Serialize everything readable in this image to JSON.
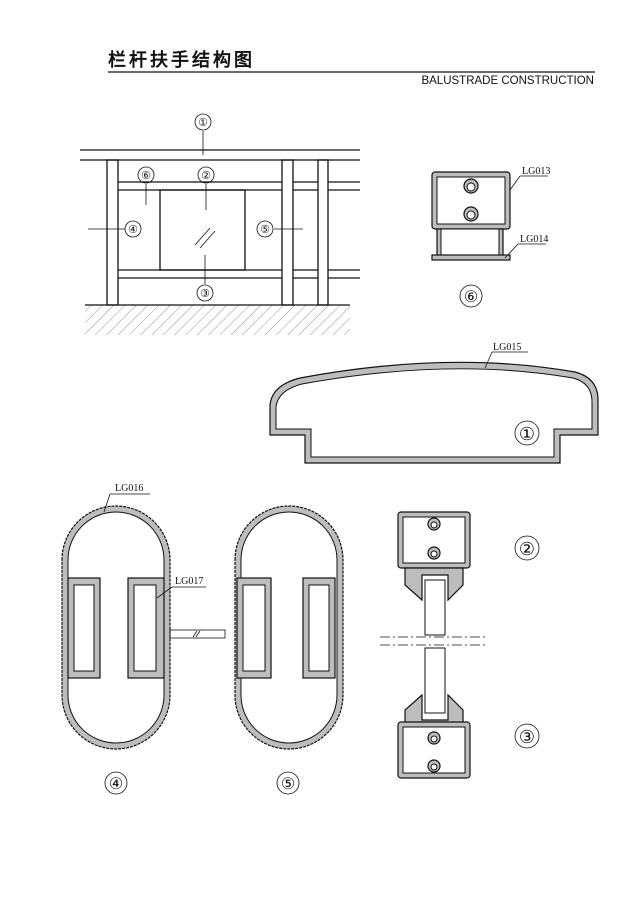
{
  "header": {
    "title_cn": "栏杆扶手结构图",
    "title_en": "BALUSTRADE CONSTRUCTION"
  },
  "elevation": {
    "callouts": [
      "①",
      "②",
      "③",
      "④",
      "⑤",
      "⑥"
    ]
  },
  "details": {
    "d6": {
      "label": "⑥",
      "parts": [
        "LG013",
        "LG014"
      ]
    },
    "d1": {
      "label": "①",
      "parts": [
        "LG015"
      ]
    },
    "d4": {
      "label": "④",
      "parts": [
        "LG016",
        "LG017"
      ]
    },
    "d5": {
      "label": "⑤"
    },
    "d2": {
      "label": "②"
    },
    "d3": {
      "label": "③"
    }
  }
}
